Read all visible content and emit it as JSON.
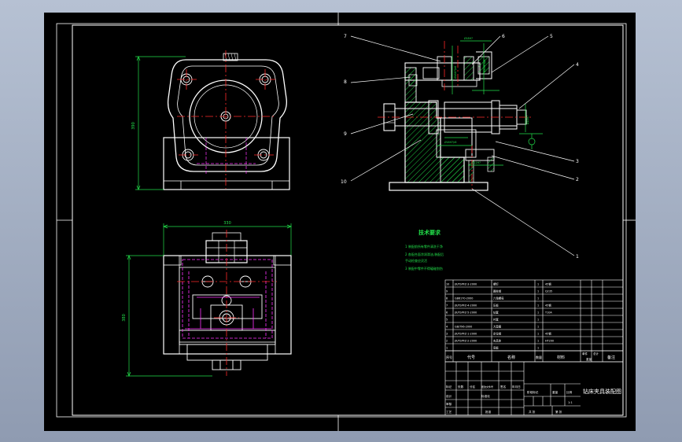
{
  "colors": {
    "background": "#000000",
    "outline": "#ffffff",
    "centerline": "#ff2a2a",
    "dimension": "#22e04a",
    "hidden": "#ff33ff",
    "hatch": "#22e04a"
  },
  "part_numbers": [
    "1",
    "2",
    "3",
    "4",
    "5",
    "6",
    "7",
    "8",
    "9",
    "10"
  ],
  "dimensions": {
    "front_height": "390",
    "bottom_width": "330",
    "bottom_height": "380"
  },
  "tech_requirements": {
    "title": "技术要求",
    "items": [
      "1  装配前所有零件清洗干净",
      "2  各配合面涂润滑油,装配后",
      "   手动检查应灵活",
      "3  装配中零件不得磕碰划伤"
    ]
  },
  "parts_list": {
    "rows": [
      {
        "no": "10",
        "code": "JX/YSPFZ-3-2000",
        "name": "螺钉",
        "qty": "1",
        "material": "45钢",
        "note": ""
      },
      {
        "no": "9",
        "code": "",
        "name": "圆柱销",
        "qty": "1",
        "material": "Q235",
        "note": ""
      },
      {
        "no": "8",
        "code": "GB6170-2000",
        "name": "六角螺母",
        "qty": "1",
        "material": "",
        "note": ""
      },
      {
        "no": "7",
        "code": "JX/YSPFZ-4-2000",
        "name": "压板",
        "qty": "1",
        "material": "45钢",
        "note": ""
      },
      {
        "no": "6",
        "code": "JX/YSPFZ-5-2000",
        "name": "钻套",
        "qty": "1",
        "material": "T10A",
        "note": ""
      },
      {
        "no": "5",
        "code": "",
        "name": "衬套",
        "qty": "1",
        "material": "",
        "note": ""
      },
      {
        "no": "4",
        "code": "GB/T96-2000",
        "name": "大垫圈",
        "qty": "1",
        "material": "",
        "note": ""
      },
      {
        "no": "3",
        "code": "JX/YSPFZ-1-2000",
        "name": "定位销",
        "qty": "1",
        "material": "45钢",
        "note": ""
      },
      {
        "no": "2",
        "code": "JX/YSPFZ-2-2000",
        "name": "夹具体",
        "qty": "1",
        "material": "HT200",
        "note": ""
      },
      {
        "no": "1",
        "code": "",
        "name": "底板",
        "qty": "1",
        "material": "",
        "note": ""
      }
    ],
    "header": {
      "no": "序号",
      "code": "代号",
      "name": "名称",
      "qty": "数量",
      "material": "材料",
      "unit_weight": "单件",
      "total_weight": "总计",
      "weight": "重量",
      "note": "备注"
    }
  },
  "title_block": {
    "drawing_title": "钻床夹具装配图",
    "cells": {
      "mark": "标记",
      "count": "处数",
      "zone": "分区",
      "change_doc": "更改文件号",
      "signature": "签名",
      "date": "年月日",
      "designer": "设计",
      "standardization": "标准化",
      "checker": "审核",
      "process": "工艺",
      "approve": "批准",
      "stage_mark": "阶段标记",
      "weight": "重量",
      "scale": "比例",
      "scale_value": "1:1",
      "sheet_total": "共 张",
      "sheet_no": "第 张"
    }
  }
}
